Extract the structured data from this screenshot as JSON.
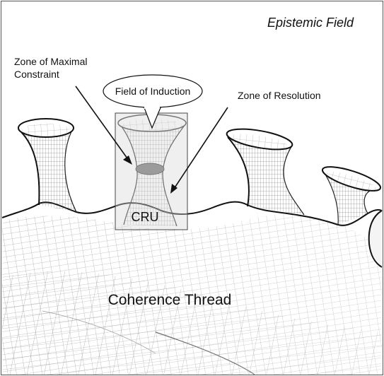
{
  "figure": {
    "title": "Epistemic Field",
    "labels": {
      "zone_max_line1": "Zone of Maximal",
      "zone_max_line2": "Constraint",
      "field_of_induction": "Field of Induction",
      "zone_of_resolution": "Zone of Resolution",
      "cru": "CRU",
      "coherence_thread": "Coherence Thread"
    },
    "colors": {
      "mesh": "#6e6e6e",
      "outline": "#111111",
      "highlight_box": "#d9d9d9",
      "constraint_ring": "#6f6f6f"
    }
  }
}
